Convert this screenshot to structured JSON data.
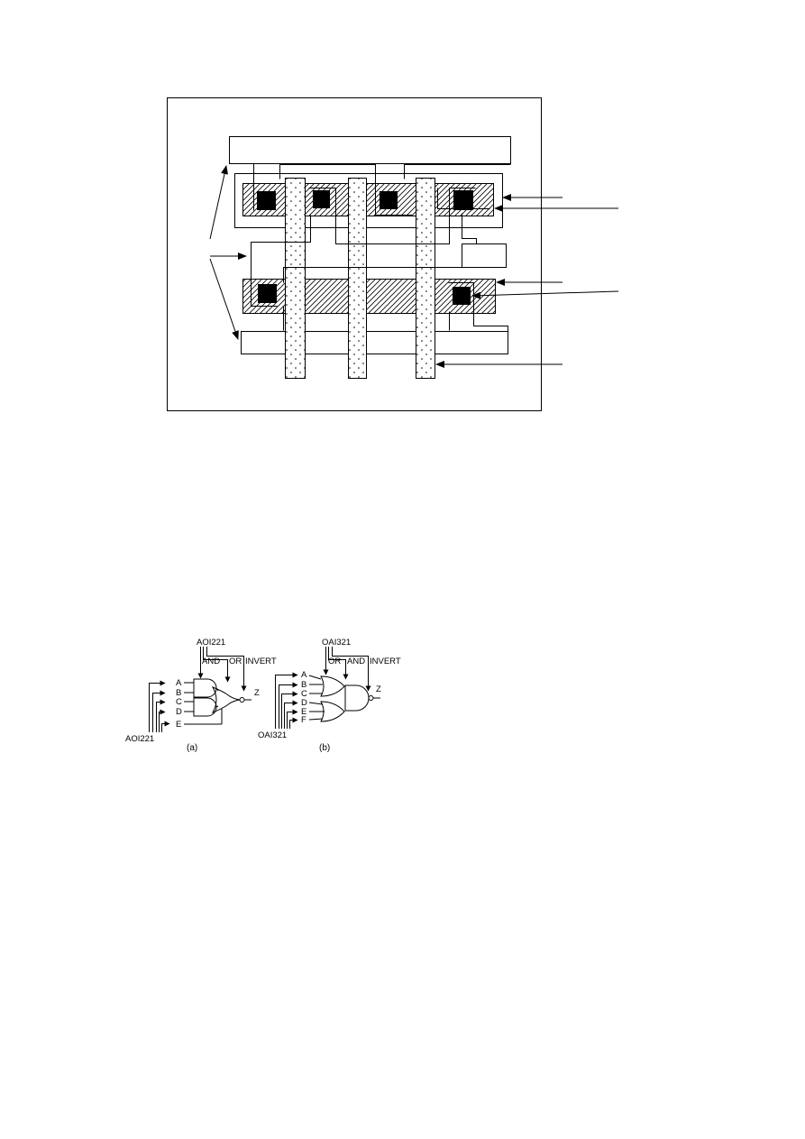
{
  "layout_figure": {
    "colors": {
      "contact": "#000000",
      "line": "#000000",
      "background": "#ffffff"
    },
    "icons": [
      "layout-arrow-icon"
    ]
  },
  "gates_figure": {
    "a": {
      "title": "AOI221",
      "stage_and": "AND",
      "stage_or": "OR",
      "stage_invert": "INVERT",
      "inputs": [
        "A",
        "B",
        "C",
        "D",
        "E"
      ],
      "output": "Z",
      "bottom_label": "AOI221",
      "caption": "(a)"
    },
    "b": {
      "title": "OAI321",
      "stage_or": "OR",
      "stage_and": "AND",
      "stage_invert": "INVERT",
      "inputs": [
        "A",
        "B",
        "C",
        "D",
        "E",
        "F"
      ],
      "output": "Z",
      "bottom_label": "OAI321",
      "caption": "(b)"
    }
  }
}
